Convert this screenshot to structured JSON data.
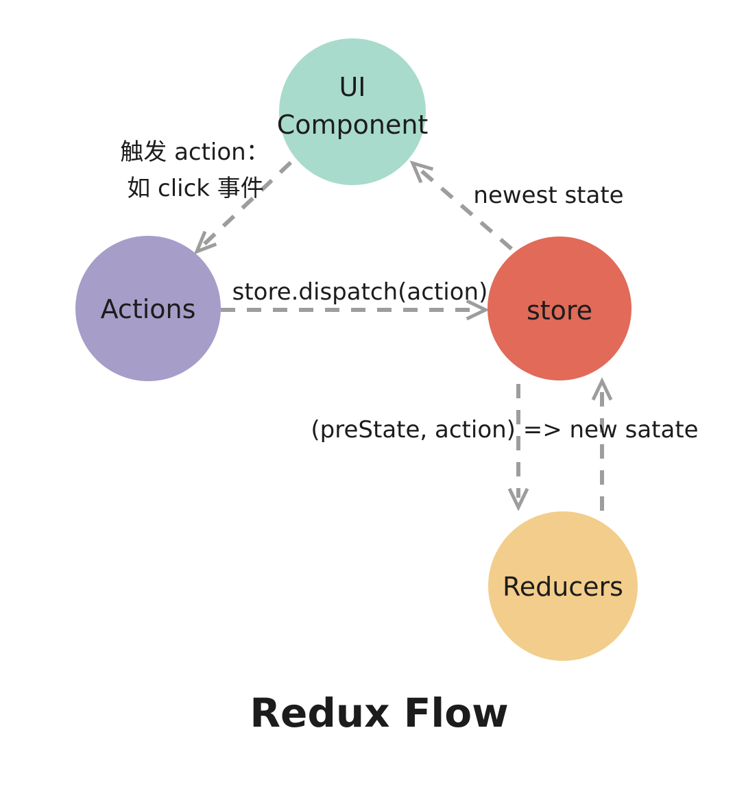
{
  "title": "Redux Flow",
  "nodes": {
    "ui_component": {
      "label_line1": "UI",
      "label_line2": "Component",
      "color": "#a8dbcb"
    },
    "actions": {
      "label": "Actions",
      "color": "#a69dc8"
    },
    "store": {
      "label": "store",
      "color": "#e16a58"
    },
    "reducers": {
      "label": "Reducers",
      "color": "#f3cd8b"
    }
  },
  "edges": {
    "ui_to_actions": {
      "from": "UI Component",
      "to": "Actions",
      "label_line1": "触发 action：",
      "label_line2": "如 click 事件"
    },
    "actions_to_store": {
      "from": "Actions",
      "to": "store",
      "label": "store.dispatch(action)"
    },
    "store_to_ui": {
      "from": "store",
      "to": "UI Component",
      "label": "newest state"
    },
    "store_to_reducers": {
      "from": "store",
      "to": "Reducers",
      "label": "(preState, action) => new satate"
    },
    "reducers_to_store": {
      "from": "Reducers",
      "to": "store",
      "label": ""
    }
  },
  "colors": {
    "arrow": "#9d9d9d",
    "text": "#1c1c1c",
    "background": "#ffffff"
  }
}
